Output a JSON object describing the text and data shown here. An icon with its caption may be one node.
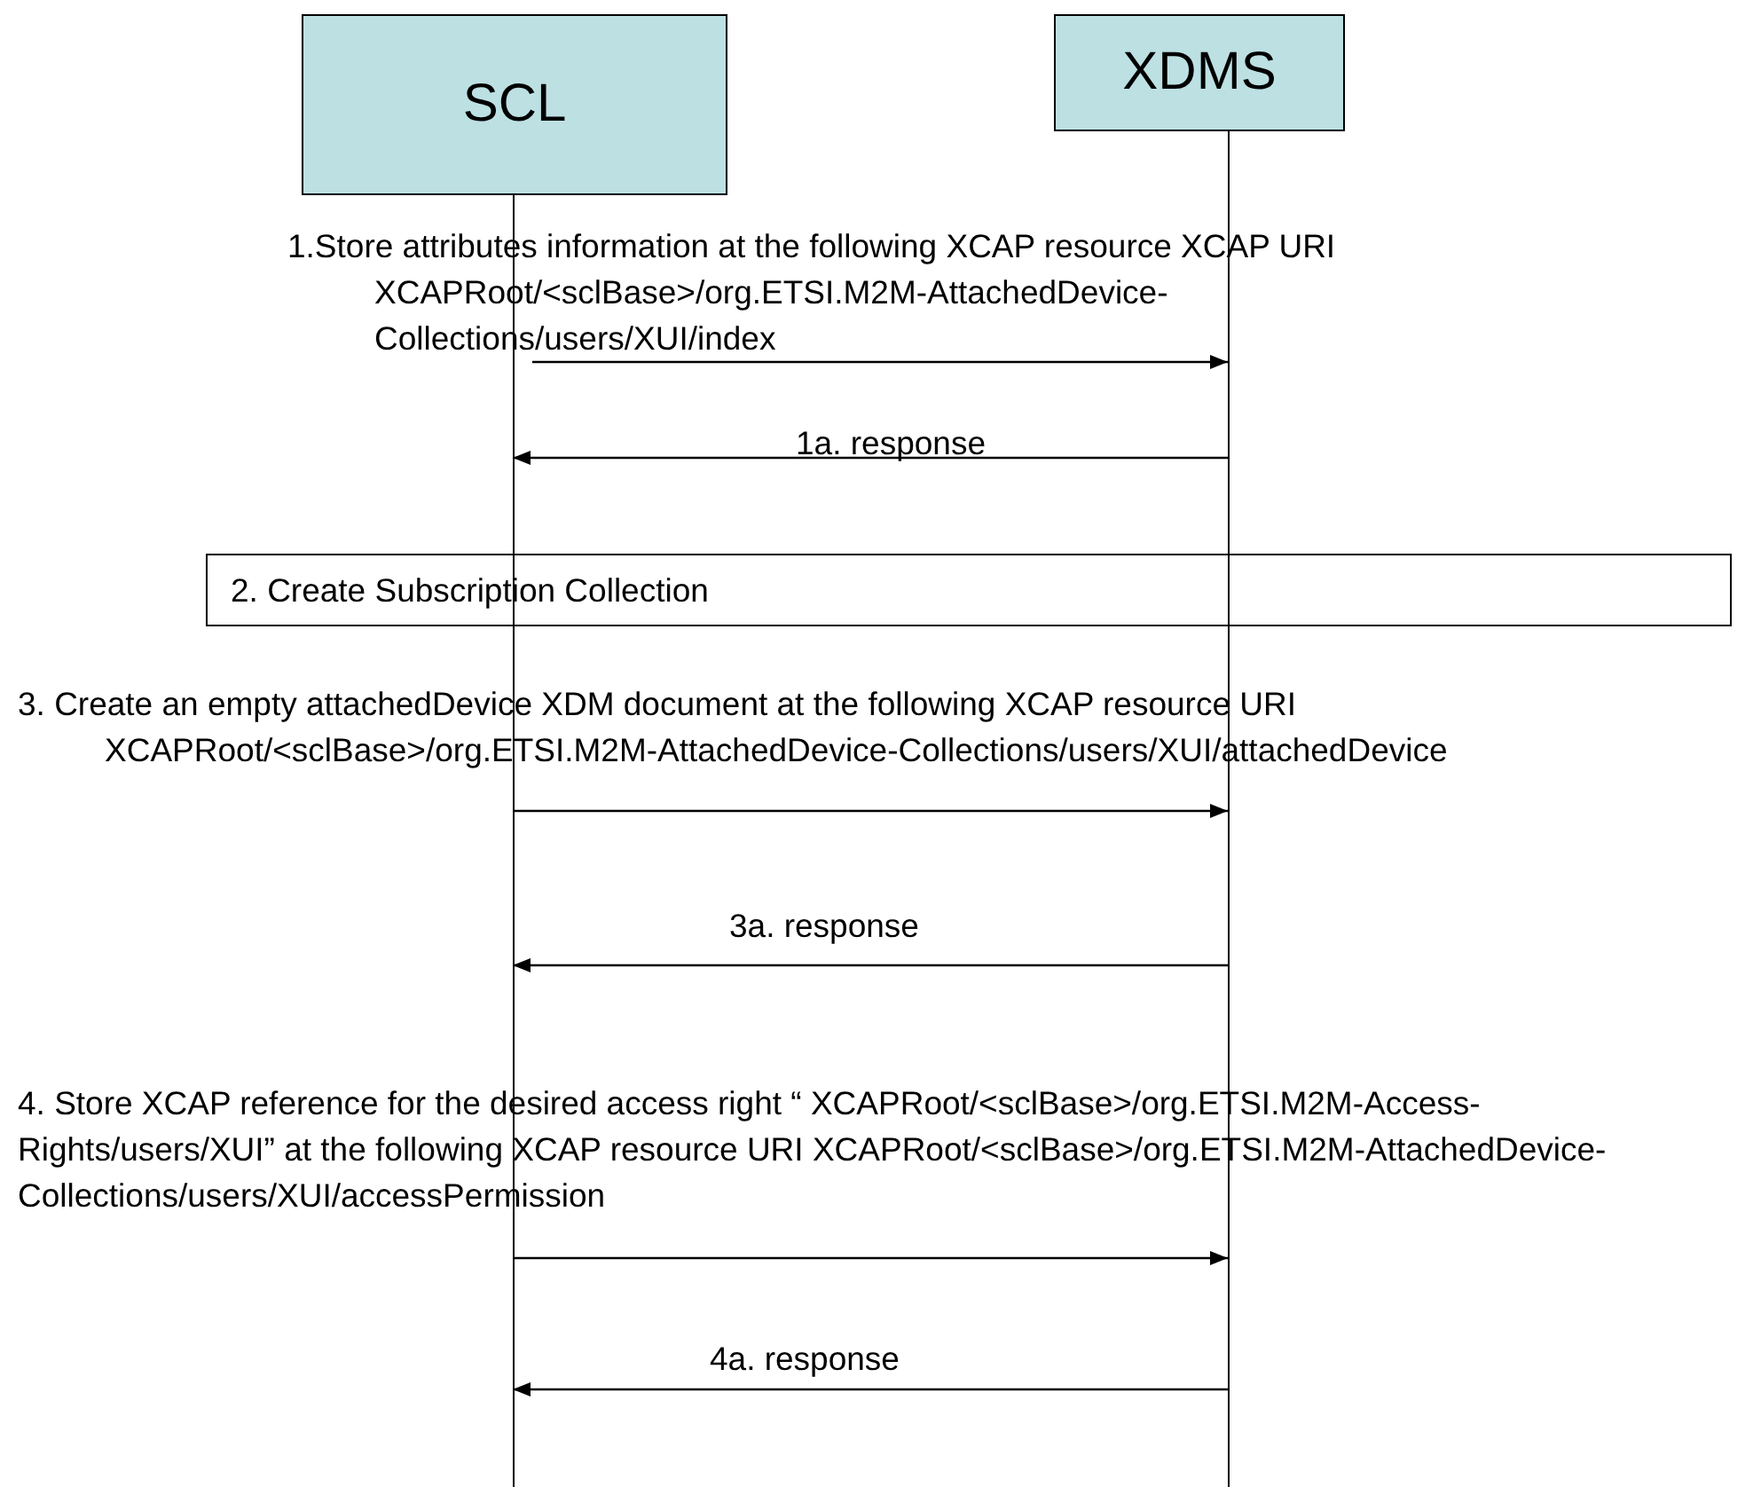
{
  "diagram": {
    "nodes": [
      {
        "text": [
          "SCL"
        ]
      },
      {
        "text": [
          "XDMS"
        ]
      },
      {
        "text": [
          "2. Create Subscription Collection"
        ]
      }
    ],
    "edges": [
      {
        "from": 0,
        "to": 1,
        "arrow": "to",
        "label": "1.Store attributes information at the following XCAP resource XCAP URI XCAPRoot/<sclBase>/org.ETSI.M2M-AttachedDevice- Collections/users/XUI/index"
      },
      {
        "from": 1,
        "to": 0,
        "arrow": "to",
        "label": "1a. response"
      },
      {
        "from": 0,
        "to": 1,
        "arrow": "to",
        "label": "3. Create an empty attachedDevice XDM document at the following XCAP resource URI XCAPRoot/<sclBase>/org.ETSI.M2M-AttachedDevice-Collections/users/XUI/attachedDevice"
      },
      {
        "from": 1,
        "to": 0,
        "arrow": "to",
        "label": "3a. response"
      },
      {
        "from": 0,
        "to": 1,
        "arrow": "to",
        "label": "4. Store XCAP reference for the desired access right “ XCAPRoot/<sclBase>/org.ETSI.M2M-Access- Rights/users/XUI” at the following XCAP resource URI XCAPRoot/<sclBase>/org.ETSI.M2M-AttachedDevice- Collections/users/XUI/accessPermission"
      },
      {
        "from": 1,
        "to": 0,
        "arrow": "to",
        "label": "4a. response"
      }
    ]
  }
}
